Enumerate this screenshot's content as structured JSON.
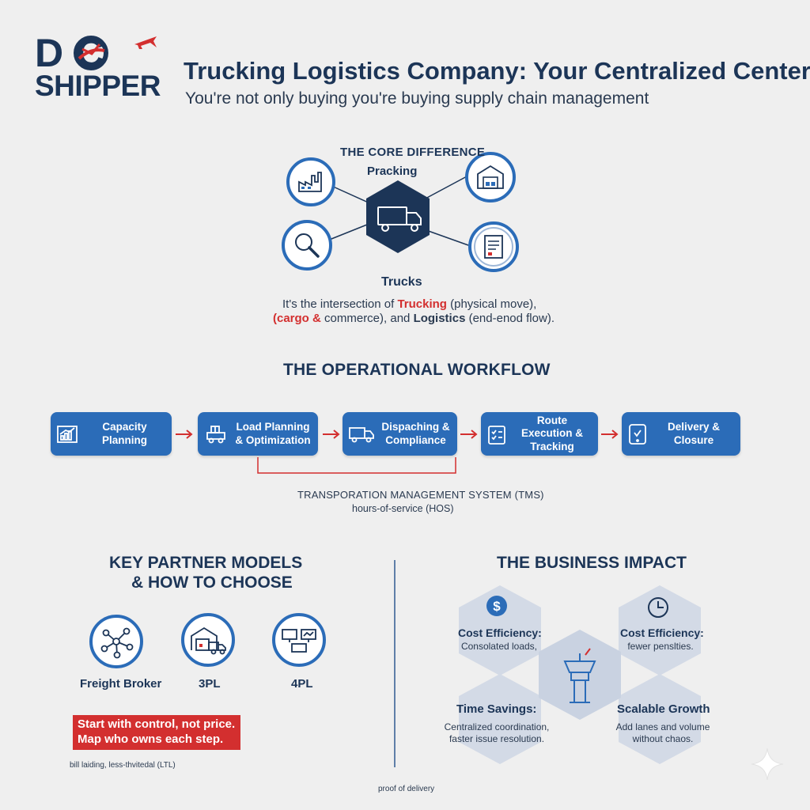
{
  "brand": {
    "logo_top": "D  C",
    "logo_bottom": "SHIPPER"
  },
  "header": {
    "title": "Trucking Logistics Company: Your Centralized Center",
    "subtitle": "You're not only buying you're buying supply chain management"
  },
  "core": {
    "title": "THE CORE DIFFERENCE",
    "subtitle": "Pracking",
    "center_label": "Trucks",
    "desc_line1_prefix": "It's the intersection of ",
    "desc_line1_highlight": "Trucking",
    "desc_line1_suffix": " (physical move),",
    "desc_line2_highlight": "(cargo & ",
    "desc_line2_mid": "commerce), and ",
    "desc_line2_bold": "Logistics",
    "desc_line2_suffix": " (end-enod flow).",
    "icons": [
      "factory-icon",
      "warehouse-icon",
      "magnifier-icon",
      "document-icon",
      "truck-icon"
    ]
  },
  "workflow": {
    "title": "THE OPERATIONAL WORKFLOW",
    "steps": [
      {
        "label": "Capacity Planning",
        "icon": "bar-chart-icon"
      },
      {
        "label": "Load Planning & Optimization",
        "icon": "forklift-icon"
      },
      {
        "label": "Dispaching & Compliance",
        "icon": "truck-icon"
      },
      {
        "label": "Route Execution & Tracking",
        "icon": "checklist-icon"
      },
      {
        "label": "Delivery & Closure",
        "icon": "tablet-icon"
      }
    ],
    "tms_label": "TRANSPORATION MANAGEMENT SYSTEM (TMS)",
    "hos_label": "hours-of-service (HOS)",
    "accent": "#d32f2f",
    "box_color": "#2b6cb8"
  },
  "partners": {
    "title_line1": "KEY PARTNER MODELS",
    "title_line2": "& HOW TO CHOOSE",
    "models": [
      {
        "label": "Freight Broker",
        "icon": "network-icon"
      },
      {
        "label": "3PL",
        "icon": "warehouse-truck-icon"
      },
      {
        "label": "4PL",
        "icon": "monitors-icon"
      }
    ],
    "cta_line1": "Start with control, not price.",
    "cta_line2": "Map who owns each step.",
    "footnote": "bill laiding, less-thvitedal (LTL)"
  },
  "impact": {
    "title": "THE BUSINESS IMPACT",
    "cards": [
      {
        "head": "Cost Efficiency:",
        "text": "Consolated loads,",
        "icon": "dollar-icon"
      },
      {
        "head": "Cost Efficiency:",
        "text": "fewer penslties.",
        "icon": "clock-icon"
      },
      {
        "head": "Time Savings:",
        "text": "Centralized coordination, faster issue resolution.",
        "icon": ""
      },
      {
        "head": "Scalable Growth",
        "text": "Add lanes and volume without chaos.",
        "icon": ""
      }
    ],
    "center_icon": "control-tower-icon"
  },
  "footer": {
    "note": "proof of delivery"
  }
}
